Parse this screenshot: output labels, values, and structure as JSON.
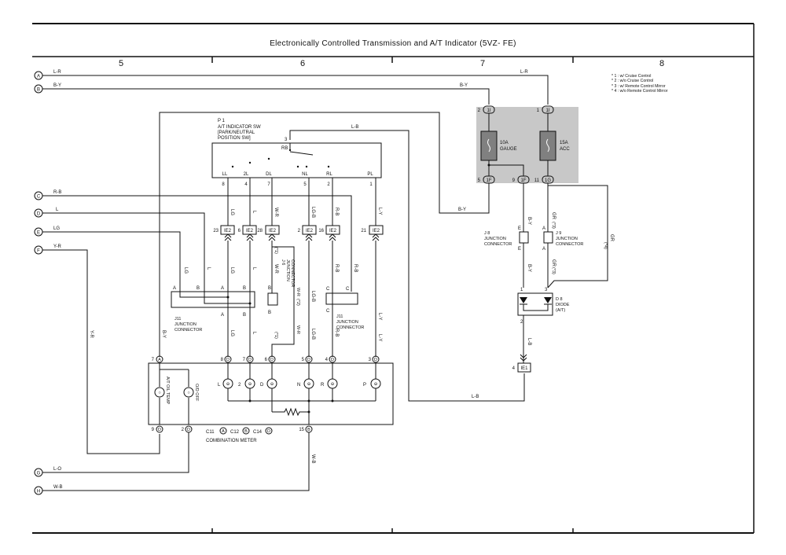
{
  "title": "Electronically Controlled Transmission and A/T Indicator (5VZ- FE)",
  "columns": [
    "5",
    "6",
    "7",
    "8"
  ],
  "notes": [
    "* 1 : w/ Cruise Control",
    "* 2 : w/o Cruise Control",
    "* 3 : w/ Remote Control Mirror",
    "* 4 : w/o Remote Control Mirror"
  ],
  "terminals": [
    {
      "letter": "A",
      "wire": "L-R"
    },
    {
      "letter": "B",
      "wire": "B-Y"
    },
    {
      "letter": "C",
      "wire": "R-B"
    },
    {
      "letter": "D",
      "wire": "L"
    },
    {
      "letter": "E",
      "wire": "LG"
    },
    {
      "letter": "F",
      "wire": "Y-R"
    },
    {
      "letter": "G",
      "wire": "L-O"
    },
    {
      "letter": "H",
      "wire": "W-B"
    }
  ],
  "switch": {
    "name": "P 1",
    "desc1": "A/T INDICATOR SW",
    "desc2": "[PARK/NEUTRAL",
    "desc3": " POSITION SW]",
    "rb": "RB",
    "pin_rb": "3",
    "positions": [
      "LL",
      "2L",
      "DL",
      "NL",
      "RL",
      "PL"
    ],
    "pins": [
      "8",
      "4",
      "7",
      "5",
      "2",
      "1"
    ]
  },
  "wires": {
    "lb": "L-B",
    "by": "B-Y",
    "lr": "L-R",
    "gr": "GR",
    "gr4": "GR\n(*4)",
    "lg": "LG",
    "l": "L",
    "wr": "W-R",
    "lgb": "LG-B",
    "rb": "R-B",
    "ly": "L-Y",
    "wb": "W-B",
    "yr": "Y-R",
    "lo": "L-O"
  },
  "ie2": [
    {
      "num": "23",
      "label": "IE2"
    },
    {
      "num": "6",
      "label": "IE2"
    },
    {
      "num": "28",
      "label": "IE2"
    },
    {
      "num": "2",
      "label": "IE2"
    },
    {
      "num": "16",
      "label": "IE2"
    },
    {
      "num": "21",
      "label": "IE2"
    }
  ],
  "fuses": [
    {
      "amp": "10A",
      "name": "GAUGE",
      "top_pin": "2",
      "top_label": "1I",
      "bot_pin": "5",
      "bot_label": "1F"
    },
    {
      "amp": "15A",
      "name": "ACC",
      "top_pin": "1",
      "top_label": "1I",
      "bot_pin": "11",
      "bot_label": "1G"
    }
  ],
  "fuse_mid": {
    "pin": "9",
    "label": "1F"
  },
  "j8": {
    "code": "J 8",
    "line1": "JUNCTION",
    "line2": "CONNECTOR",
    "pin_top": "E",
    "pin_bot": "E"
  },
  "j9": {
    "code": "J 9",
    "line1": "JUNCTION",
    "line2": "CONNECTOR",
    "pin_top": "A",
    "pin_bot": "A",
    "note": "(*3)"
  },
  "diode": {
    "code": "D 8",
    "name": "DIODE",
    "sub": "(A/T)",
    "pin1": "1",
    "pin2": "2",
    "pin3": "3"
  },
  "ie1": {
    "num": "4",
    "label": "IE1"
  },
  "j11a": {
    "code": "J11",
    "line1": "JUNCTION",
    "line2": "CONNECTOR"
  },
  "j11b": {
    "code": "J11",
    "line1": "JUNCTION",
    "line2": "CONNECTOR"
  },
  "j6": {
    "code": "J 6",
    "line1": "JUNCTION",
    "line2": "CONNECTOR"
  },
  "star1": "(*1)",
  "star2": "(*2)",
  "meter": {
    "name": "COMBINATION METER",
    "conn": [
      "C11",
      "C12",
      "C14"
    ],
    "conn_letters": [
      "A",
      "B",
      "D"
    ],
    "top_pins": [
      {
        "num": "7",
        "letter": "A"
      },
      {
        "num": "8",
        "letter": "D"
      },
      {
        "num": "7",
        "letter": "D"
      },
      {
        "num": "6",
        "letter": "D"
      },
      {
        "num": "5",
        "letter": "D"
      },
      {
        "num": "4",
        "letter": "D"
      },
      {
        "num": "3",
        "letter": "D"
      }
    ],
    "bot_pins": [
      {
        "num": "9",
        "letter": "D"
      },
      {
        "num": "2",
        "letter": "D"
      },
      {
        "num": "15",
        "letter": "B"
      }
    ],
    "lamps": [
      "L",
      "2",
      "D",
      "N",
      "R",
      "P"
    ],
    "oil_temp": "A/T OIL TEMP",
    "od_off": "O/D OFF"
  }
}
